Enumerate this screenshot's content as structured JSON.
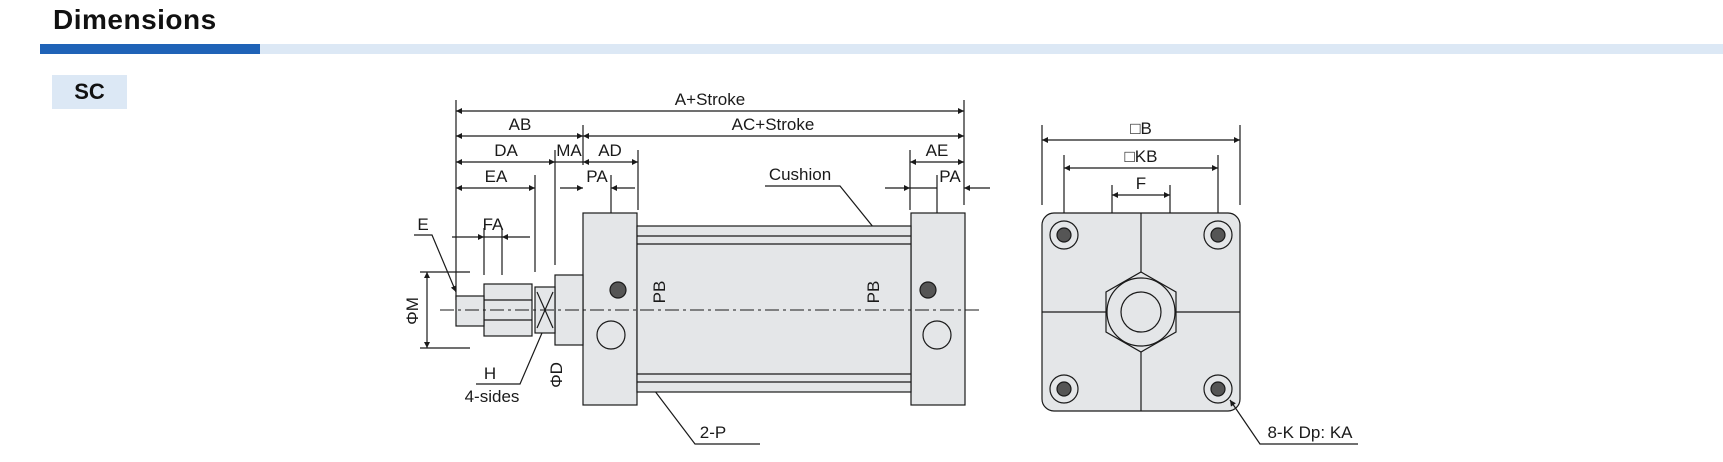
{
  "header": {
    "title": "Dimensions",
    "section": "SC"
  },
  "side_view": {
    "labels": {
      "a_stroke": "A+Stroke",
      "ab": "AB",
      "ac_stroke": "AC+Stroke",
      "da": "DA",
      "ma": "MA",
      "ad": "AD",
      "ae": "AE",
      "ea": "EA",
      "pa_left": "PA",
      "pa_right": "PA",
      "cushion": "Cushion",
      "e": "E",
      "fa": "FA",
      "phi_m": "ΦM",
      "h": "H",
      "four_sides": "4-sides",
      "phi_d": "ΦD",
      "pb_left": "PB",
      "pb_right": "PB",
      "two_p": "2-P"
    }
  },
  "end_view": {
    "labels": {
      "b": "□B",
      "kb": "□KB",
      "f": "F",
      "eight_k": "8-K Dp: KA"
    }
  }
}
